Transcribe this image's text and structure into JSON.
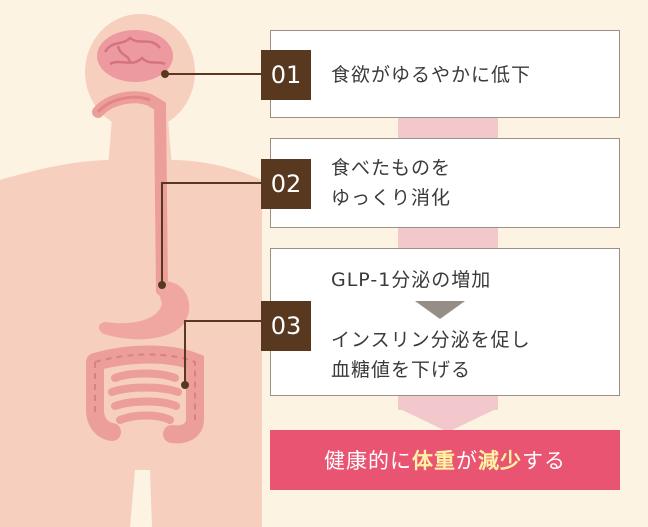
{
  "steps": [
    {
      "number": "01",
      "lines": [
        "食欲がゆるやかに低下"
      ]
    },
    {
      "number": "02",
      "lines": [
        "食べたものを",
        "ゆっくり消化"
      ]
    },
    {
      "number": "03",
      "top": "GLP-1分泌の増加",
      "lines": [
        "インスリン分泌を促し",
        "血糖値を下げる"
      ]
    }
  ],
  "result": {
    "parts": [
      "健康的に",
      "体重",
      "が",
      "減少",
      "する"
    ]
  },
  "colors": {
    "background": "#fcf3e3",
    "body": "#f6cfbe",
    "organ": "#ec9e9a",
    "number_badge": "#58391f",
    "result_bg": "#e85472",
    "result_highlight": "#fff3a3",
    "flow_arrow": "#f3c8cc"
  }
}
